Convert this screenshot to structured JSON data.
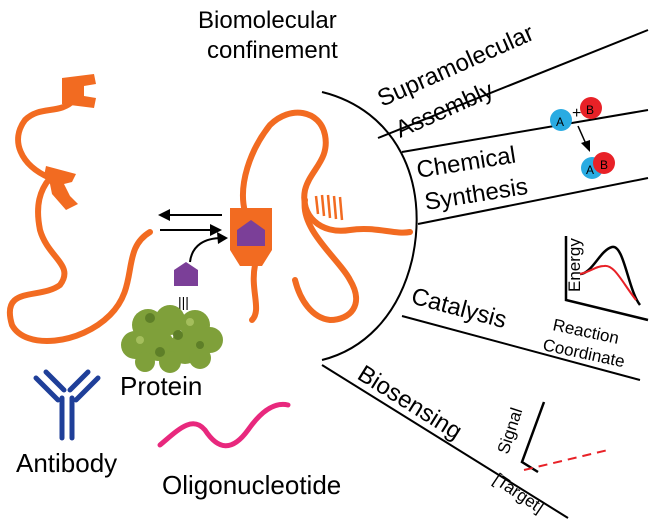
{
  "title_line1": "Biomolecular",
  "title_line2": "confinement",
  "applications": {
    "supramolecular_line1": "Supramolecular",
    "supramolecular_line2": "Assembly",
    "chemical_line1": "Chemical",
    "chemical_line2": "Synthesis",
    "catalysis": "Catalysis",
    "biosensing": "Biosensing"
  },
  "reaction": {
    "reactant_a": "A",
    "reactant_b": "B",
    "plus": "+",
    "product_a": "A",
    "product_b": "B"
  },
  "energy_plot": {
    "ylabel": "Energy",
    "xlabel_line1": "Reaction",
    "xlabel_line2": "Coordinate"
  },
  "signal_plot": {
    "ylabel": "Signal",
    "xlabel": "[Target]"
  },
  "targets": {
    "protein": "Protein",
    "antibody": "Antibody",
    "oligo": "Oligonucleotide"
  },
  "colors": {
    "strand": "#F26B21",
    "ligand": "#7B3F98",
    "antibody": "#1F3F99",
    "oligo": "#E8287D",
    "protein": "#7FA03A",
    "reactant_a": "#29ABE2",
    "reactant_b": "#E82127",
    "catalyzed_curve": "#E82127",
    "signal_line": "#E82127"
  }
}
